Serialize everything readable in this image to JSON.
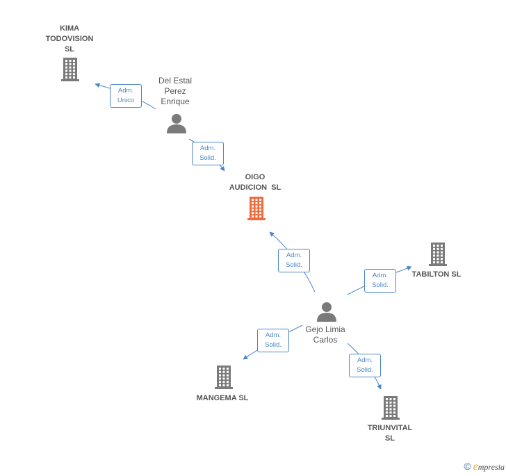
{
  "nodes": [
    {
      "id": "kima",
      "type": "company",
      "label_lines": [
        "KIMA",
        "TODOVISION",
        "SL"
      ],
      "icon": "building-icon",
      "color": "#7a7a7a"
    },
    {
      "id": "delestal",
      "type": "person",
      "label_lines": [
        "Del Estal",
        "Perez",
        "Enrique"
      ],
      "icon": "person-icon",
      "color": "#7a7a7a"
    },
    {
      "id": "oigo",
      "type": "company",
      "label_lines": [
        "OIGO",
        "AUDICION  SL"
      ],
      "icon": "building-icon",
      "color": "#f06a3c",
      "focus": true
    },
    {
      "id": "tabilton",
      "type": "company",
      "label_lines": [
        "TABILTON SL"
      ],
      "icon": "building-icon",
      "color": "#7a7a7a"
    },
    {
      "id": "gejo",
      "type": "person",
      "label_lines": [
        "Gejo Limia",
        "Carlos"
      ],
      "icon": "person-icon",
      "color": "#7a7a7a"
    },
    {
      "id": "mangema",
      "type": "company",
      "label_lines": [
        "MANGEMA SL"
      ],
      "icon": "building-icon",
      "color": "#7a7a7a"
    },
    {
      "id": "triunvital",
      "type": "company",
      "label_lines": [
        "TRIUNVITAL",
        "SL"
      ],
      "icon": "building-icon",
      "color": "#7a7a7a"
    }
  ],
  "edges": [
    {
      "from": "delestal",
      "to": "kima",
      "label_lines": [
        "Adm.",
        "Unico"
      ]
    },
    {
      "from": "delestal",
      "to": "oigo",
      "label_lines": [
        "Adm.",
        "Solid."
      ]
    },
    {
      "from": "gejo",
      "to": "oigo",
      "label_lines": [
        "Adm.",
        "Solid."
      ]
    },
    {
      "from": "gejo",
      "to": "tabilton",
      "label_lines": [
        "Adm.",
        "Solid."
      ]
    },
    {
      "from": "gejo",
      "to": "mangema",
      "label_lines": [
        "Adm.",
        "Solid."
      ]
    },
    {
      "from": "gejo",
      "to": "triunvital",
      "label_lines": [
        "Adm.",
        "Solid."
      ]
    }
  ],
  "colors": {
    "edge": "#4a86c8",
    "node": "#7a7a7a",
    "focus": "#f06a3c"
  },
  "footer": {
    "copyright_symbol": "©",
    "brand_initial": "e",
    "brand_rest": "mpresia"
  }
}
